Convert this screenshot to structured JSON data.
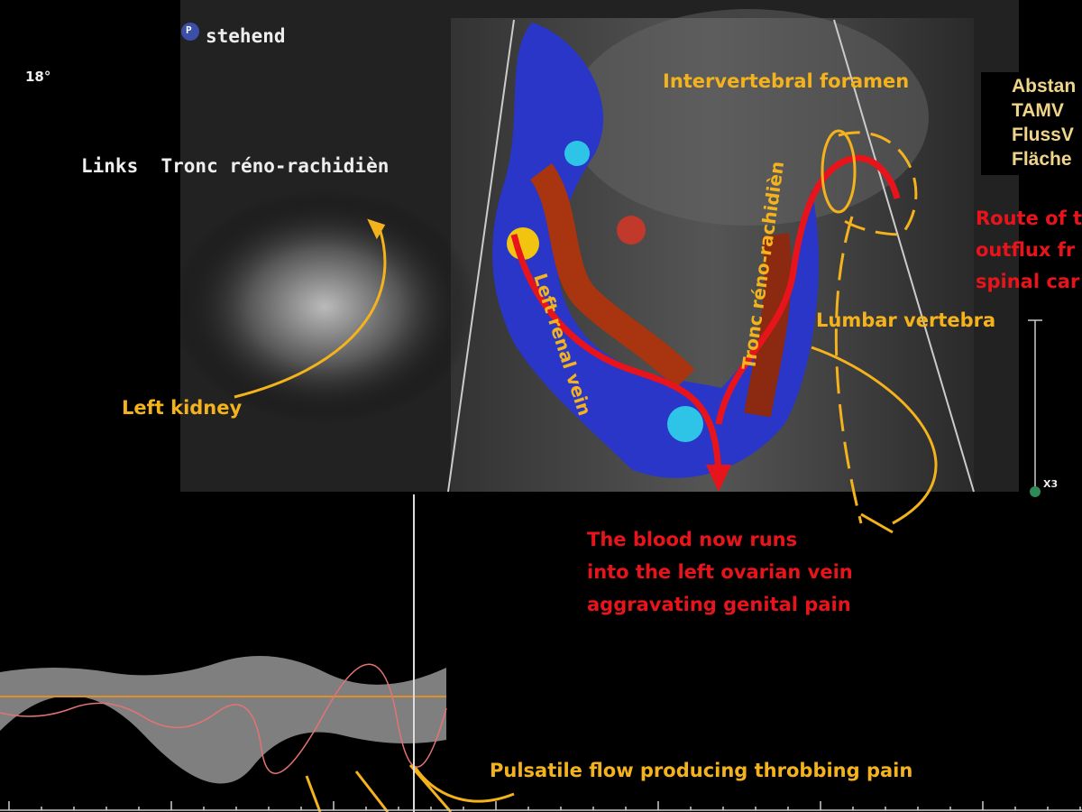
{
  "header": {
    "mode_badge": "P",
    "position": "stehend",
    "angle": "18°"
  },
  "scan_label": "Links  Tronc réno-rachidièn",
  "measurements": [
    "Abstan",
    "TAMV",
    "FlussV",
    "Fläche"
  ],
  "scale_marker": "X3",
  "annotations": {
    "left_kidney": "Left kidney",
    "intervertebral_foramen": "Intervertebral foramen",
    "left_renal_vein": "Left renal vein",
    "tronc": "Tronc réno-rachidièn",
    "lumbar_vertebra": "Lumbar vertebra",
    "route_lines": [
      "Route of t",
      "outflux fr",
      "spinal car"
    ],
    "blood_lines": [
      "The blood now runs",
      "into the left ovarian vein",
      "aggravating genital pain"
    ],
    "pulsatile": "Pulsatile flow producing throbbing pain"
  },
  "colors": {
    "annotation_yellow": "#f4b31c",
    "annotation_red": "#e8141b",
    "baseline": "#e0902a"
  }
}
